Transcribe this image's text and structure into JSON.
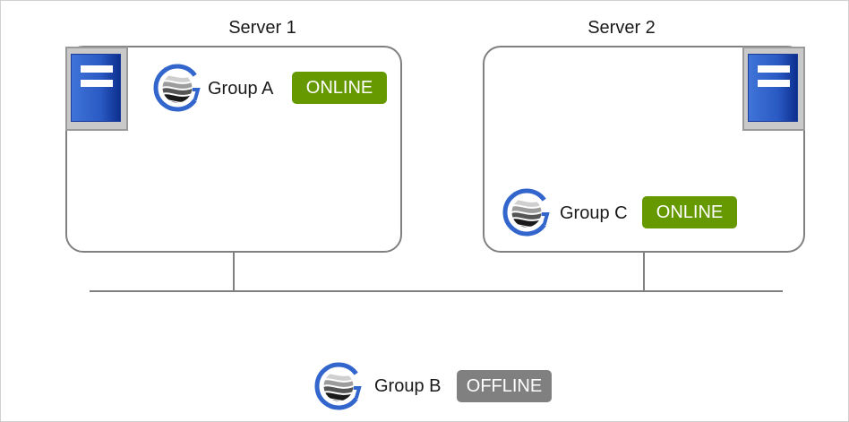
{
  "servers": [
    {
      "label": "Server 1"
    },
    {
      "label": "Server 2"
    }
  ],
  "groups": {
    "a": {
      "label": "Group A",
      "status": "ONLINE"
    },
    "b": {
      "label": "Group B",
      "status": "OFFLINE"
    },
    "c": {
      "label": "Group C",
      "status": "ONLINE"
    }
  },
  "icons": {
    "server": "server-icon",
    "group": "group-logo-icon"
  },
  "colors": {
    "online": "#669900",
    "offline": "#808080",
    "line": "#808080",
    "brand": "#3366cc"
  }
}
